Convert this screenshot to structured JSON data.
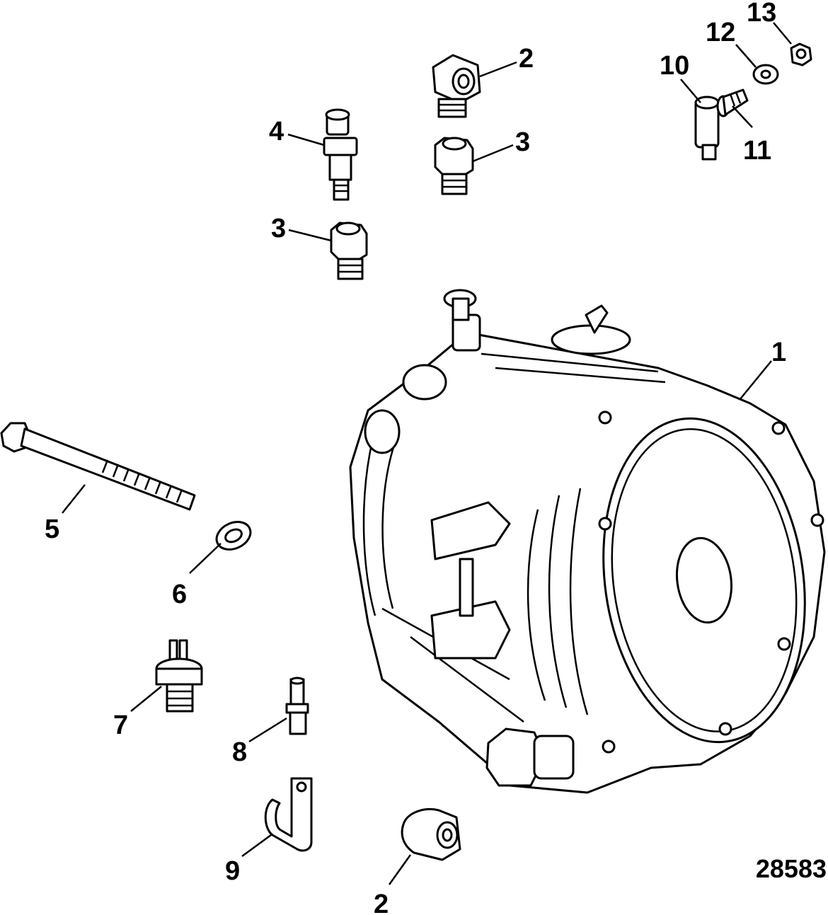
{
  "figure_id": "28583",
  "callouts": [
    "1",
    "2",
    "3",
    "3",
    "4",
    "5",
    "6",
    "7",
    "8",
    "9",
    "2",
    "10",
    "11",
    "12",
    "13"
  ],
  "icons": [
    "transmission-housing",
    "elbow-fitting",
    "straight-fitting",
    "pressure-sender",
    "bolt",
    "lock-washer",
    "temperature-switch",
    "hose-barb",
    "p-clamp",
    "elbow-fitting",
    "drain-fitting",
    "screw",
    "washer",
    "nut"
  ]
}
